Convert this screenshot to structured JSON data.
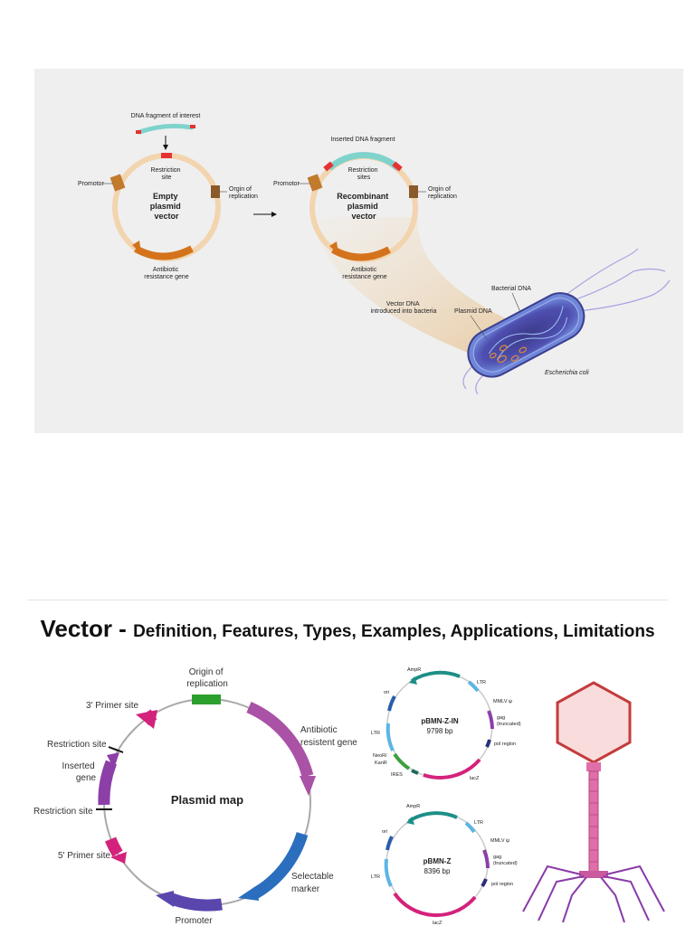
{
  "top_figure": {
    "dna_fragment": "DNA fragment of interest",
    "inserted_fragment": "Inserted DNA fragment",
    "left_plasmid": {
      "title": [
        "Empty",
        "plasmid",
        "vector"
      ],
      "restriction": [
        "Restriction",
        "site"
      ],
      "promotor": "Promotor",
      "origin": [
        "Orgin of",
        "replication"
      ],
      "antibiotic": [
        "Antibiotic",
        "resistance gene"
      ]
    },
    "right_plasmid": {
      "title": [
        "Recombinant",
        "plasmid",
        "vector"
      ],
      "restriction": [
        "Restriction",
        "sites"
      ],
      "promotor": "Promotor",
      "origin": [
        "Orgin of",
        "replication"
      ],
      "antibiotic": [
        "Antibiotic",
        "resistance gene"
      ]
    },
    "vector_intro": [
      "Vector DNA",
      "introduced into bacteria"
    ],
    "bacterial_dna": "Bacterial DNA",
    "plasmid_dna": "Plasmid DNA",
    "organism": "Escherichia coli"
  },
  "headline": {
    "main": "Vector - ",
    "rest": "Definition, Features, Types, Examples, Applications, Limitations"
  },
  "plasmid_map": {
    "center": "Plasmid map",
    "origin": [
      "Origin of",
      "replication"
    ],
    "primer3": "3' Primer site",
    "restriction1": "Restriction site",
    "inserted": [
      "Inserted",
      "gene"
    ],
    "restriction2": "Restriction site",
    "primer5": "5' Primer site",
    "promoter": "Promoter",
    "antibiotic": [
      "Antibiotic",
      "resistent gene"
    ],
    "selectable": [
      "Selectable",
      "marker"
    ]
  },
  "pbmn_z_in": {
    "name": "pBMN-Z-IN",
    "size": "9798 bp",
    "labels": {
      "ampr": "AmpR",
      "ltr_top": "LTR",
      "ori": "ori",
      "mmlv": "MMLV ψ",
      "gag": [
        "gag",
        "(truncated)"
      ],
      "ltr_left": "LTR",
      "pol": "pol region",
      "neor": [
        "NeoR/",
        "KanR"
      ],
      "ires": "IRES",
      "lacz": "lacZ"
    }
  },
  "pbmn_z": {
    "name": "pBMN-Z",
    "size": "8396 bp",
    "labels": {
      "ampr": "AmpR",
      "ltr_top": "LTR",
      "ori": "ori",
      "mmlv": "MMLV ψ",
      "gag": [
        "gag",
        "(truncated)"
      ],
      "ltr_left": "LTR",
      "pol": "pol region",
      "lacz": "lacZ"
    }
  },
  "colors": {
    "panel_bg": "#efefef",
    "plasmid_ring": "#f2d4ae",
    "insert": "#7fd3cc",
    "restriction": "#e53333",
    "promotor": "#c27a2c",
    "antibiotic": "#d4731c",
    "origin_map": "#2ca02c",
    "magenta": "#d4227c",
    "purple": "#8d3fa8",
    "orchid": "#a952a6",
    "blue": "#2a6ebd",
    "indigo": "#5a46ad",
    "phage_head": "#f9dcdc",
    "phage_outline": "#c43c3c",
    "phage_tail": "#e06ea8",
    "phage_legs": "#8a3aa8"
  }
}
